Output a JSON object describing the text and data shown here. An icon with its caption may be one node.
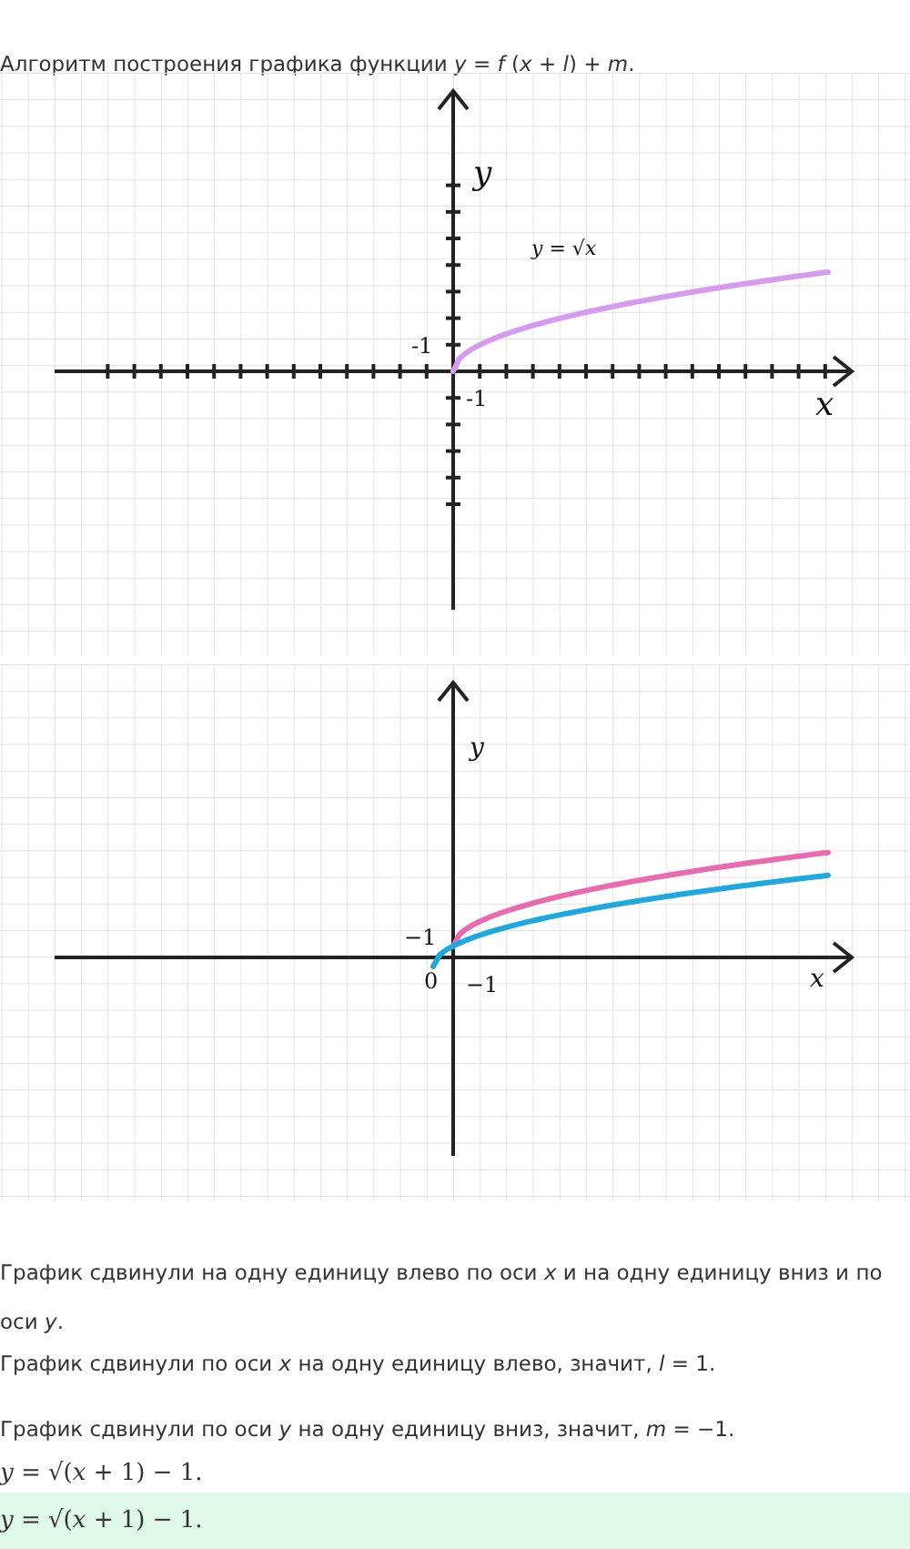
{
  "diagram": {
    "title": "Алгоритм построения графика функции *y* = *f* (*x* + *l*) + *m*.",
    "labels": [
      "*y*",
      "*y* = √*x*",
      "-1",
      "-1",
      "*x*",
      "*y*",
      "−1",
      "0",
      "−1",
      "*x*",
      "График сдвинули на одну единицу влево по оси *x* и на одну единицу вниз и по оси *y*.",
      "График сдвинули по оси *x* на одну единицу влево, значит, *l* = 1.",
      "График сдвинули по оси *y* на одну единицу вниз, значит, *m* = −1.",
      "*y* = √(*x* + 1) − 1.",
      "*y* = √(*x* + 1) − 1."
    ]
  }
}
